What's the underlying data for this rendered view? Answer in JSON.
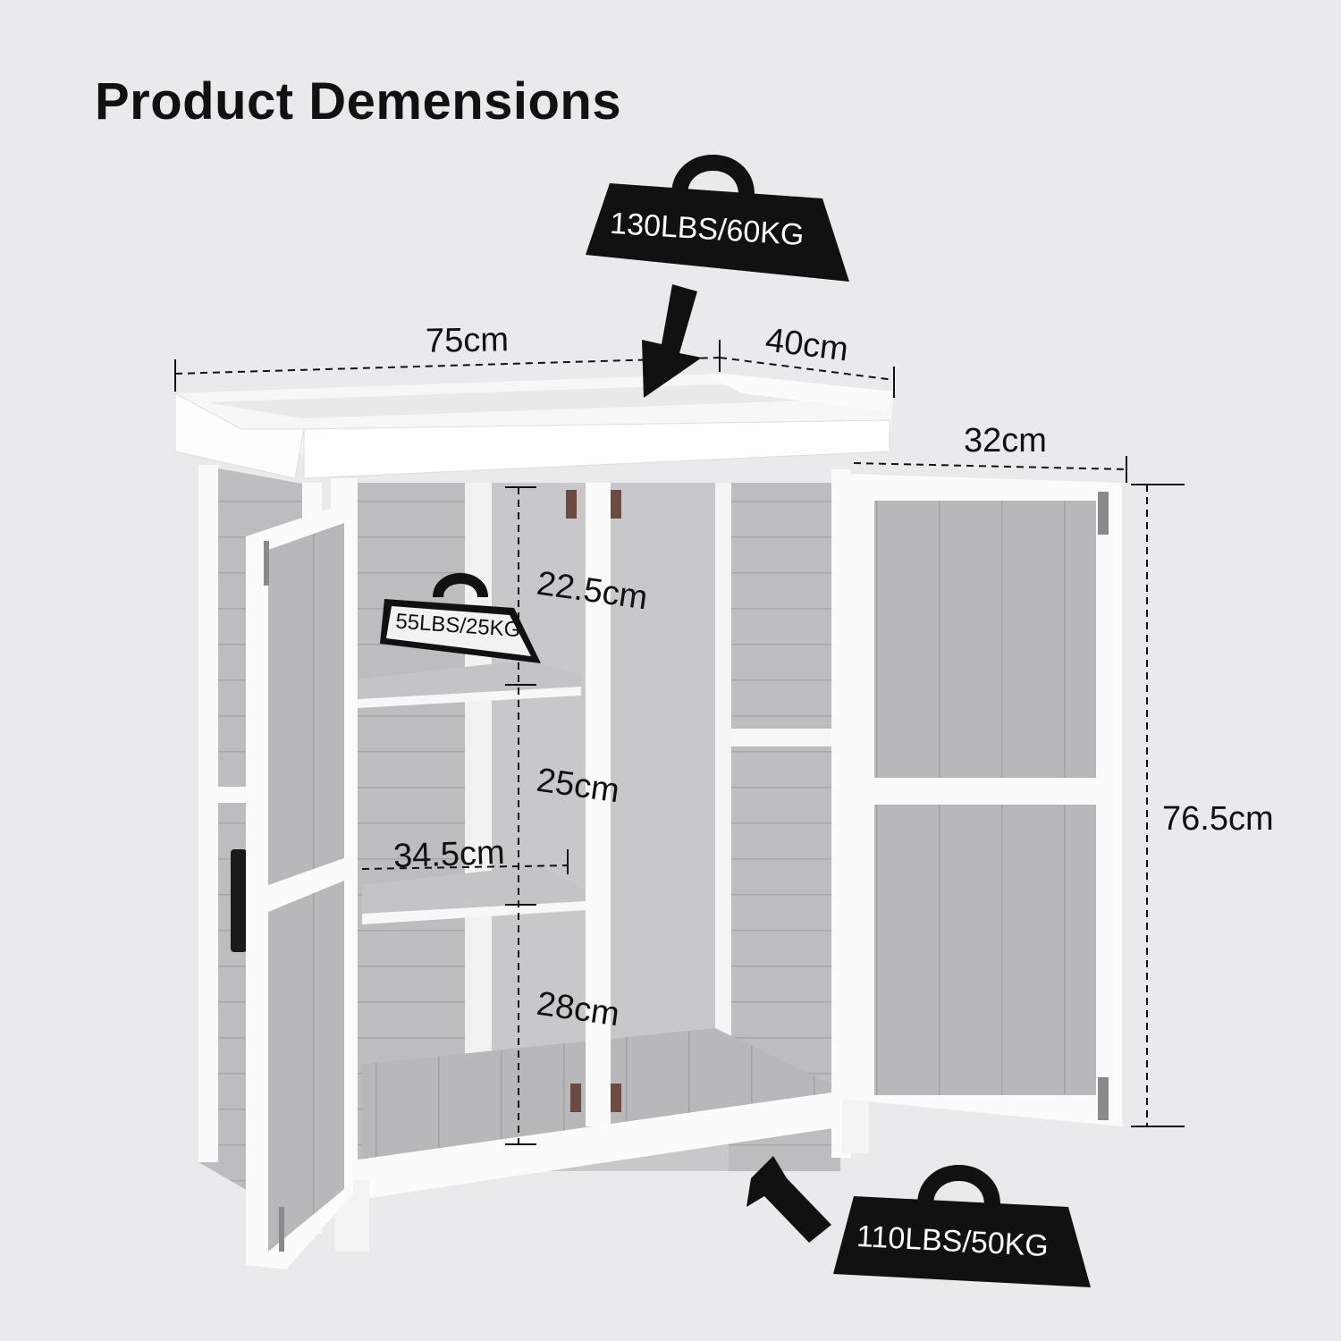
{
  "title": "Product Demensions",
  "dimensions": {
    "width": "75cm",
    "depth": "40cm",
    "door_width": "32cm",
    "height": "76.5cm",
    "shelf_gap_top": "22.5cm",
    "shelf_gap_middle": "25cm",
    "shelf_gap_bottom": "28cm",
    "shelf_depth": "34.5cm"
  },
  "loads": {
    "top": "130LBS/60KG",
    "shelf": "55LBS/25KG",
    "bottom": "110LBS/50KG"
  },
  "colors": {
    "background": "#eaeaec",
    "frame": "#ffffff",
    "panel": "#b9b9bc",
    "badge": "#111111"
  },
  "icons": [
    "weight-icon",
    "arrow-down-icon",
    "arrow-up-icon"
  ]
}
